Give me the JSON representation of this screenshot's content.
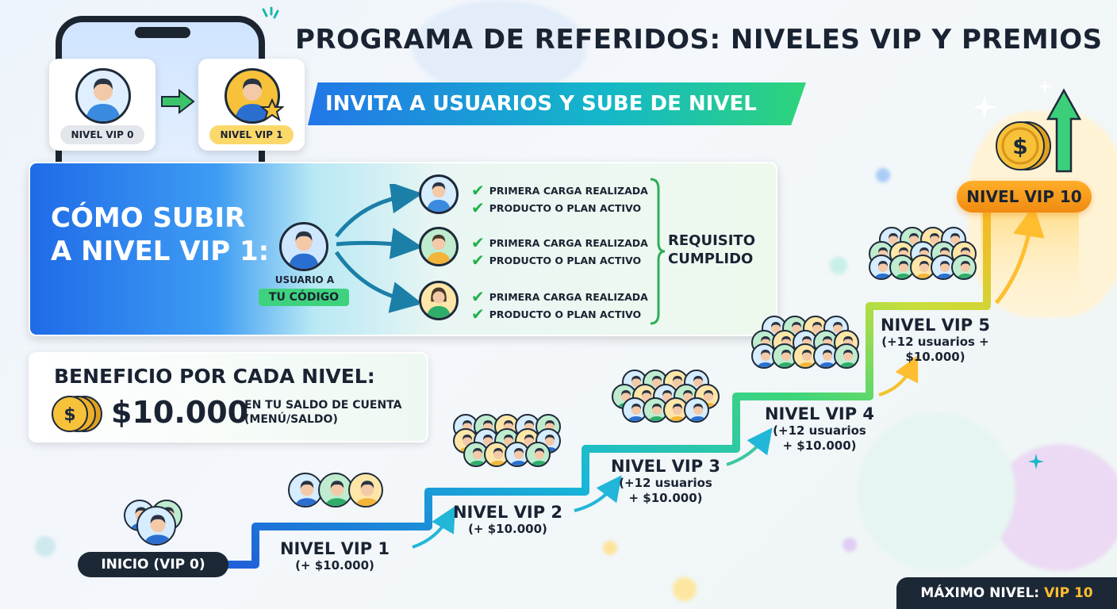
{
  "title": "PROGRAMA DE REFERIDOS: NIVELES VIP Y PREMIOS",
  "banner": "INVITA A USUARIOS Y SUBE DE NIVEL",
  "phone": {
    "card_from_label": "NIVEL VIP 0",
    "card_to_label": "NIVEL VIP 1"
  },
  "how": {
    "title_line1": "CÓMO SUBIR",
    "title_line2": "A NIVEL VIP 1:",
    "user_line1": "USUARIO A",
    "user_line2": "TU CÓDIGO",
    "requirements": [
      {
        "req1": "PRIMERA CARGA REALIZADA",
        "req2": "PRODUCTO O PLAN ACTIVO"
      },
      {
        "req1": "PRIMERA CARGA REALIZADA",
        "req2": "PRODUCTO O PLAN ACTIVO"
      },
      {
        "req1": "PRIMERA CARGA REALIZADA",
        "req2": "PRODUCTO O PLAN ACTIVO"
      }
    ],
    "result_line1": "REQUISITO",
    "result_line2": "CUMPLIDO"
  },
  "benefit": {
    "title": "BENEFICIO POR CADA NIVEL:",
    "amount": "$10.000",
    "desc_line1": "EN TU SALDO DE CUENTA",
    "desc_line2": "(MENÚ/SALDO)"
  },
  "levels": {
    "start": "INICIO (VIP 0)",
    "vip1": {
      "name": "NIVEL VIP 1",
      "sub1": "(+ $10.000)"
    },
    "vip2": {
      "name": "NIVEL VIP 2",
      "sub1": "(+ $10.000)"
    },
    "vip3": {
      "name": "NIVEL VIP 3",
      "sub1": "(+12 usuarios",
      "sub2": "+ $10.000)"
    },
    "vip4": {
      "name": "NIVEL VIP 4",
      "sub1": "(+12 usuarios",
      "sub2": "+ $10.000)"
    },
    "vip5": {
      "name": "NIVEL VIP 5",
      "sub1": "(+12 usuarios +",
      "sub2": "$10.000)"
    },
    "vip10": "NIVEL VIP 10"
  },
  "max": {
    "label": "MÁXIMO NIVEL:",
    "value": "VIP 10"
  },
  "colors": {
    "accent_blue": "#2276e8",
    "accent_green": "#2ed47a",
    "gold": "#f5b82a",
    "dark": "#1c2836"
  },
  "icons": [
    "user-avatar-icon",
    "arrow-right-icon",
    "star-icon",
    "check-icon",
    "coin-icon",
    "arrow-up-icon",
    "sparkle-icon",
    "people-group-icon"
  ]
}
